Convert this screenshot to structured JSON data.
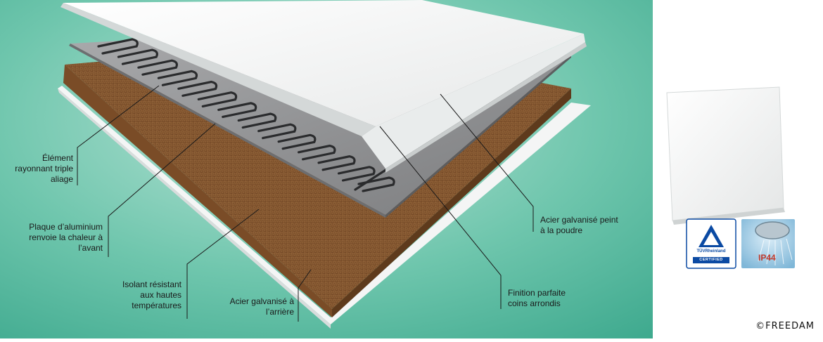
{
  "labels": {
    "element": [
      "Élément",
      "rayonnant triple",
      "aliage"
    ],
    "aluminium": [
      "Plaque d’aluminium",
      "renvoie la chaleur à",
      "l’avant"
    ],
    "isolant": [
      "Isolant résistant",
      "aux hautes",
      "températures"
    ],
    "acier_arriere": [
      "Acier galvanisé à",
      "l’arrière"
    ],
    "acier_peint": [
      "Acier galvanisé peint",
      "à la poudre"
    ],
    "finition": [
      "Finition parfaite",
      "coins arrondis"
    ]
  },
  "badges": {
    "tuv_brand": "TÜVRheinland",
    "tuv_certified": "CERTIFIED",
    "ip_rating": "IP44"
  },
  "copyright": "©FREEDAM",
  "colors": {
    "background_teal": "#4fb89f",
    "cork": "#8a5a32",
    "aluminium": "#8e8f91",
    "panel_white": "#f4f5f5",
    "tuv_blue": "#0b4aa3",
    "ip_red": "#c0392b"
  }
}
